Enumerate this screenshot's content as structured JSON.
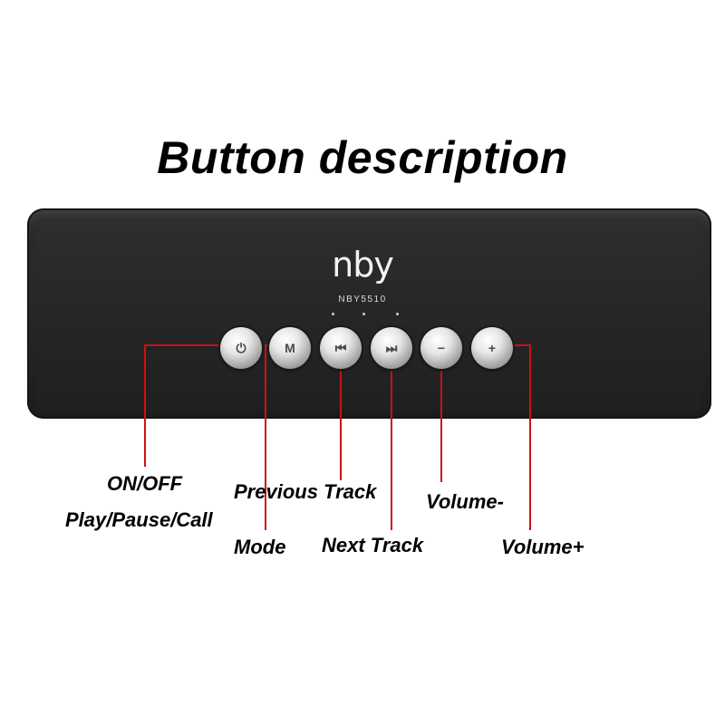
{
  "title": "Button description",
  "brand": "nby",
  "model": "NBY5510",
  "buttons": [
    {
      "icon": "power-phone-icon",
      "glyph": "⏻"
    },
    {
      "icon": "mode-icon",
      "glyph": "M"
    },
    {
      "icon": "previous-track-icon",
      "glyph": "⏮"
    },
    {
      "icon": "next-track-icon",
      "glyph": "⏭"
    },
    {
      "icon": "volume-down-icon",
      "glyph": "−"
    },
    {
      "icon": "volume-up-icon",
      "glyph": "+"
    }
  ],
  "labels": {
    "on_off": "ON/OFF",
    "play_pause_call": "Play/Pause/Call",
    "previous_track": "Previous Track",
    "volume_down": "Volume-",
    "mode": "Mode",
    "next_track": "Next Track",
    "volume_up": "Volume+"
  },
  "colors": {
    "callout_line": "#cc1111",
    "speaker_body": "#262626",
    "button_metal": "#d9d9d9"
  }
}
